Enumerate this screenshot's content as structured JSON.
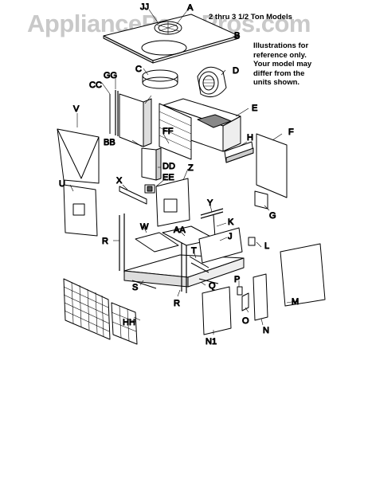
{
  "watermark": "AppliancePartsPros.com",
  "title": "2 thru 3 1/2 Ton Models",
  "note_lines": [
    "Illustrations for",
    "reference only.",
    "Your model may",
    "differ from the",
    "units shown."
  ],
  "parts": {
    "JJ": "JJ",
    "A": "A",
    "B": "B",
    "C": "C",
    "D": "D",
    "E": "E",
    "F": "F",
    "G": "G",
    "H": "H",
    "J": "J",
    "K": "K",
    "L": "L",
    "M": "M",
    "N": "N",
    "N1": "N1",
    "O": "O",
    "P": "P",
    "Q": "Q",
    "R1": "R",
    "R2": "R",
    "S": "S",
    "T": "T",
    "U": "U",
    "V": "V",
    "W": "W",
    "X": "X",
    "Y": "Y",
    "Z": "Z",
    "AA": "AA",
    "BB": "BB",
    "CC": "CC",
    "DD": "DD",
    "EE": "EE",
    "FF": "FF",
    "GG": "GG",
    "HH": "HH"
  }
}
